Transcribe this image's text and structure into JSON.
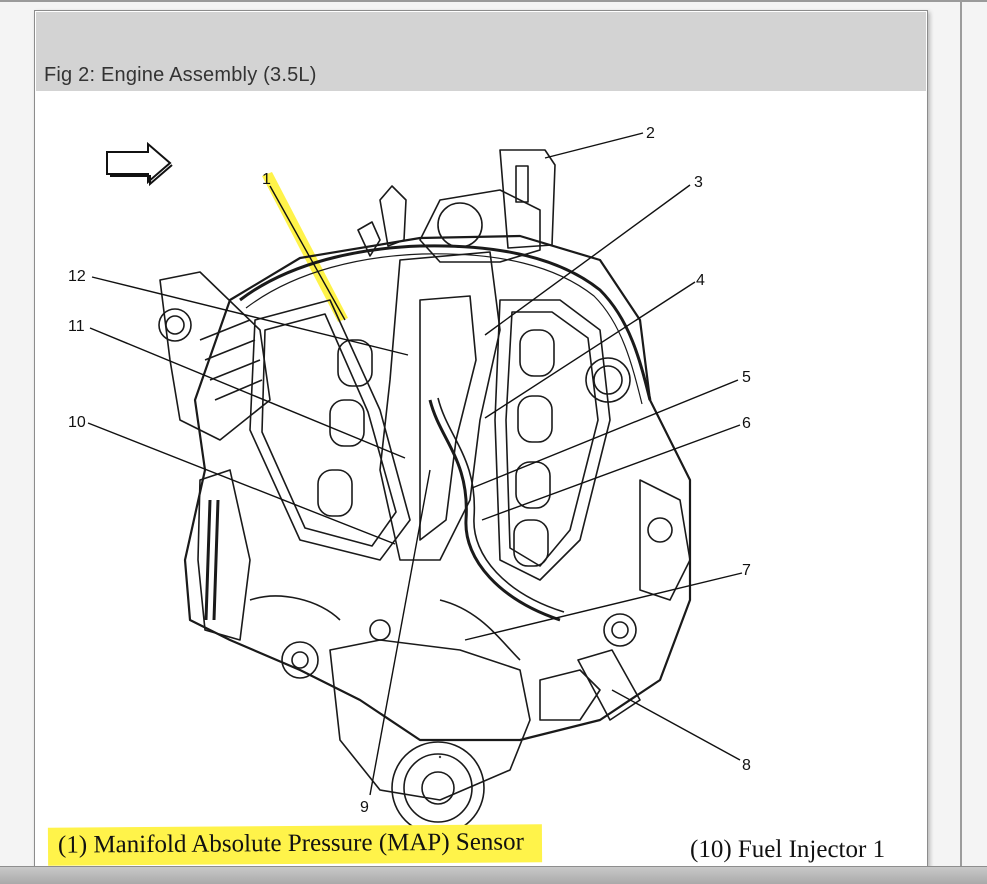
{
  "figure": {
    "title": "Fig 2: Engine Assembly (3.5L)"
  },
  "callouts": [
    "1",
    "2",
    "3",
    "4",
    "5",
    "6",
    "7",
    "8",
    "9",
    "10",
    "11",
    "12"
  ],
  "captions": {
    "item_1": "(1)  Manifold Absolute Pressure (MAP) Sensor",
    "item_10": "(10) Fuel Injector 1"
  },
  "colors": {
    "highlight": "#fff34a",
    "header": "#d3d3d3"
  },
  "icons": {
    "direction": "right-arrow-icon"
  }
}
